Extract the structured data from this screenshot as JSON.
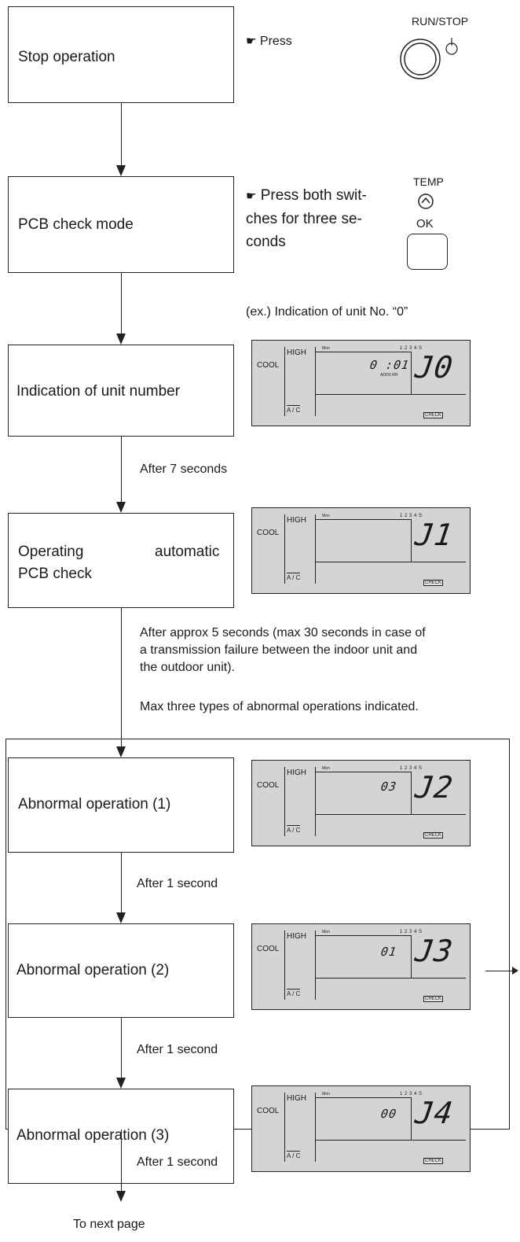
{
  "steps": [
    {
      "label": "Stop operation"
    },
    {
      "label": "PCB check mode"
    },
    {
      "label": "Indication of unit number"
    },
    {
      "label_line1_left": "Operating",
      "label_line1_right": "automatic",
      "label_line2": "PCB check"
    },
    {
      "label": "Abnormal operation (1)"
    },
    {
      "label": "Abnormal operation (2)"
    },
    {
      "label": "Abnormal operation (3)"
    }
  ],
  "instructions": {
    "press": "Press",
    "run_stop": "RUN/STOP",
    "press_both_1": "Press both swit-",
    "press_both_2": "ches for three se-",
    "press_both_3": "conds",
    "temp": "TEMP",
    "ok": "OK",
    "example": "(ex.) Indication of unit No. “0”"
  },
  "transitions": {
    "after_7": "After 7 seconds",
    "after_approx_1": "After approx 5 seconds (max 30 seconds in case of",
    "after_approx_2": "a transmission failure between the indoor unit and",
    "after_approx_3": "the outdoor unit).",
    "max_types": "Max three types of abnormal operations indicated.",
    "after_1_a": "After 1 second",
    "after_1_b": "After 1 second",
    "after_1_c": "After 1 second",
    "next_page": "To next page"
  },
  "lcd_common": {
    "cool": "COOL",
    "high": "HIGH",
    "mon": "Mon",
    "digits": "1 2 3 4 S",
    "ac": "A / C",
    "check": "CHECK",
    "adds_rn": "ADDS RN"
  },
  "lcds": [
    {
      "small": "0 :01",
      "big": "J0"
    },
    {
      "small": "",
      "big": "J1"
    },
    {
      "small": "03",
      "big": "J2"
    },
    {
      "small": "01",
      "big": "J3"
    },
    {
      "small": "00",
      "big": "J4"
    }
  ]
}
